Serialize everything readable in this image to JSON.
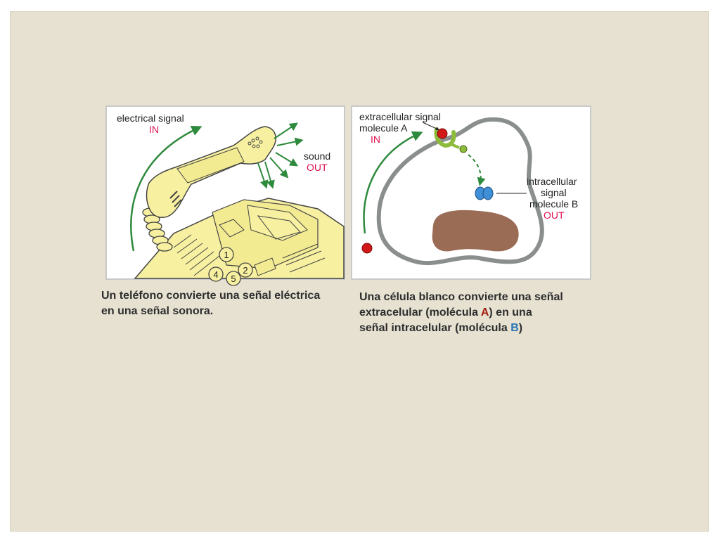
{
  "left_panel": {
    "input_label": "electrical signal",
    "input_state": "IN",
    "output_label": "sound",
    "output_state": "OUT",
    "keypad_digits": [
      "1",
      "2",
      "4",
      "5"
    ]
  },
  "right_panel": {
    "input_label_line1": "extracellular signal",
    "input_label_line2": "molecule A",
    "input_state": "IN",
    "output_label_line1": "intracellular",
    "output_label_line2": "signal",
    "output_label_line3": "molecule B",
    "output_state": "OUT"
  },
  "captions": {
    "left_line1": "Un teléfono convierte una señal eléctrica",
    "left_line2": "en una señal sonora.",
    "right_line1": "Una célula blanco convierte una señal",
    "right_line2_pre": "extracelular (molécula ",
    "right_line2_mol": "A",
    "right_line2_post": ") en una",
    "right_line3_pre": "señal  intracelular (molécula ",
    "right_line3_mol": "B",
    "right_line3_post": ")"
  },
  "colors": {
    "slide_background": "#e6e1d1",
    "phone_yellow": "#f7f0a0",
    "arrow_green": "#2e8a3c",
    "label_red": "#e0114f",
    "membrane_gray": "#8a8f8e",
    "nucleus_brown": "#9a6b55",
    "molecule_a_red": "#d01818",
    "molecule_b_blue": "#3f8fd8",
    "receptor_green": "#8dbb3b"
  }
}
